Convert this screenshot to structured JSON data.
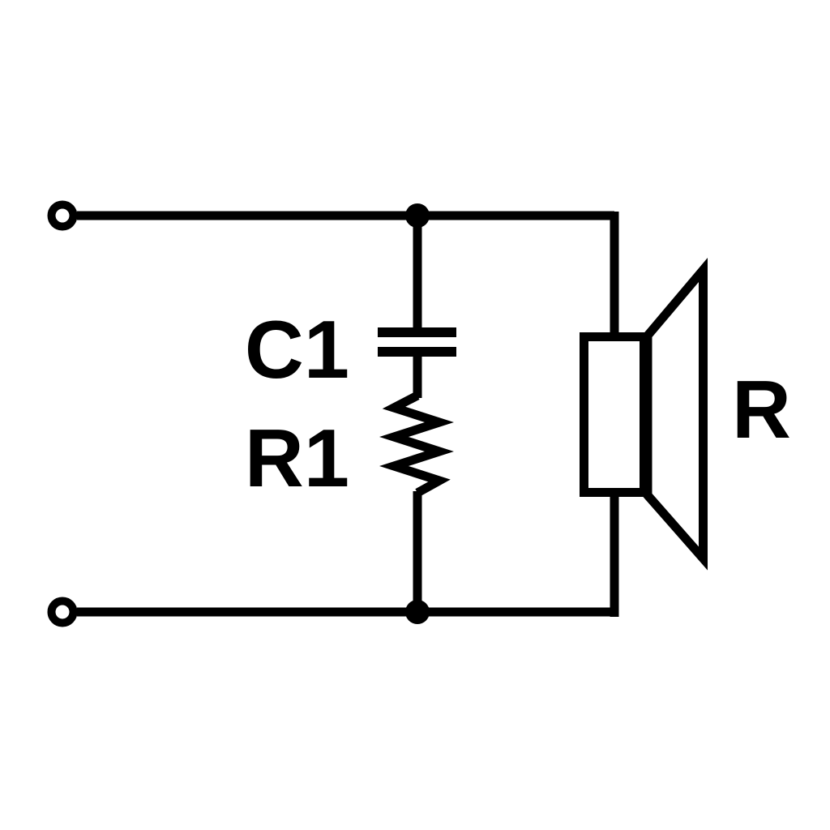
{
  "page": {
    "background_color": "#ffffff",
    "ink_color": "#000000"
  },
  "circuit": {
    "kind": "schematic",
    "labels": {
      "capacitor": "C1",
      "resistor": "R1",
      "speaker": "R"
    },
    "components": [
      {
        "ref": "C1",
        "type": "capacitor",
        "connection": "series with R1, shunt branch"
      },
      {
        "ref": "R1",
        "type": "resistor",
        "connection": "series with C1, shunt branch"
      },
      {
        "ref": "R",
        "type": "speaker",
        "connection": "parallel load on right side"
      }
    ],
    "terminals": {
      "count": 2,
      "style": "open-circle",
      "positions": [
        "top-left",
        "bottom-left"
      ]
    },
    "junction_dots": 2
  }
}
